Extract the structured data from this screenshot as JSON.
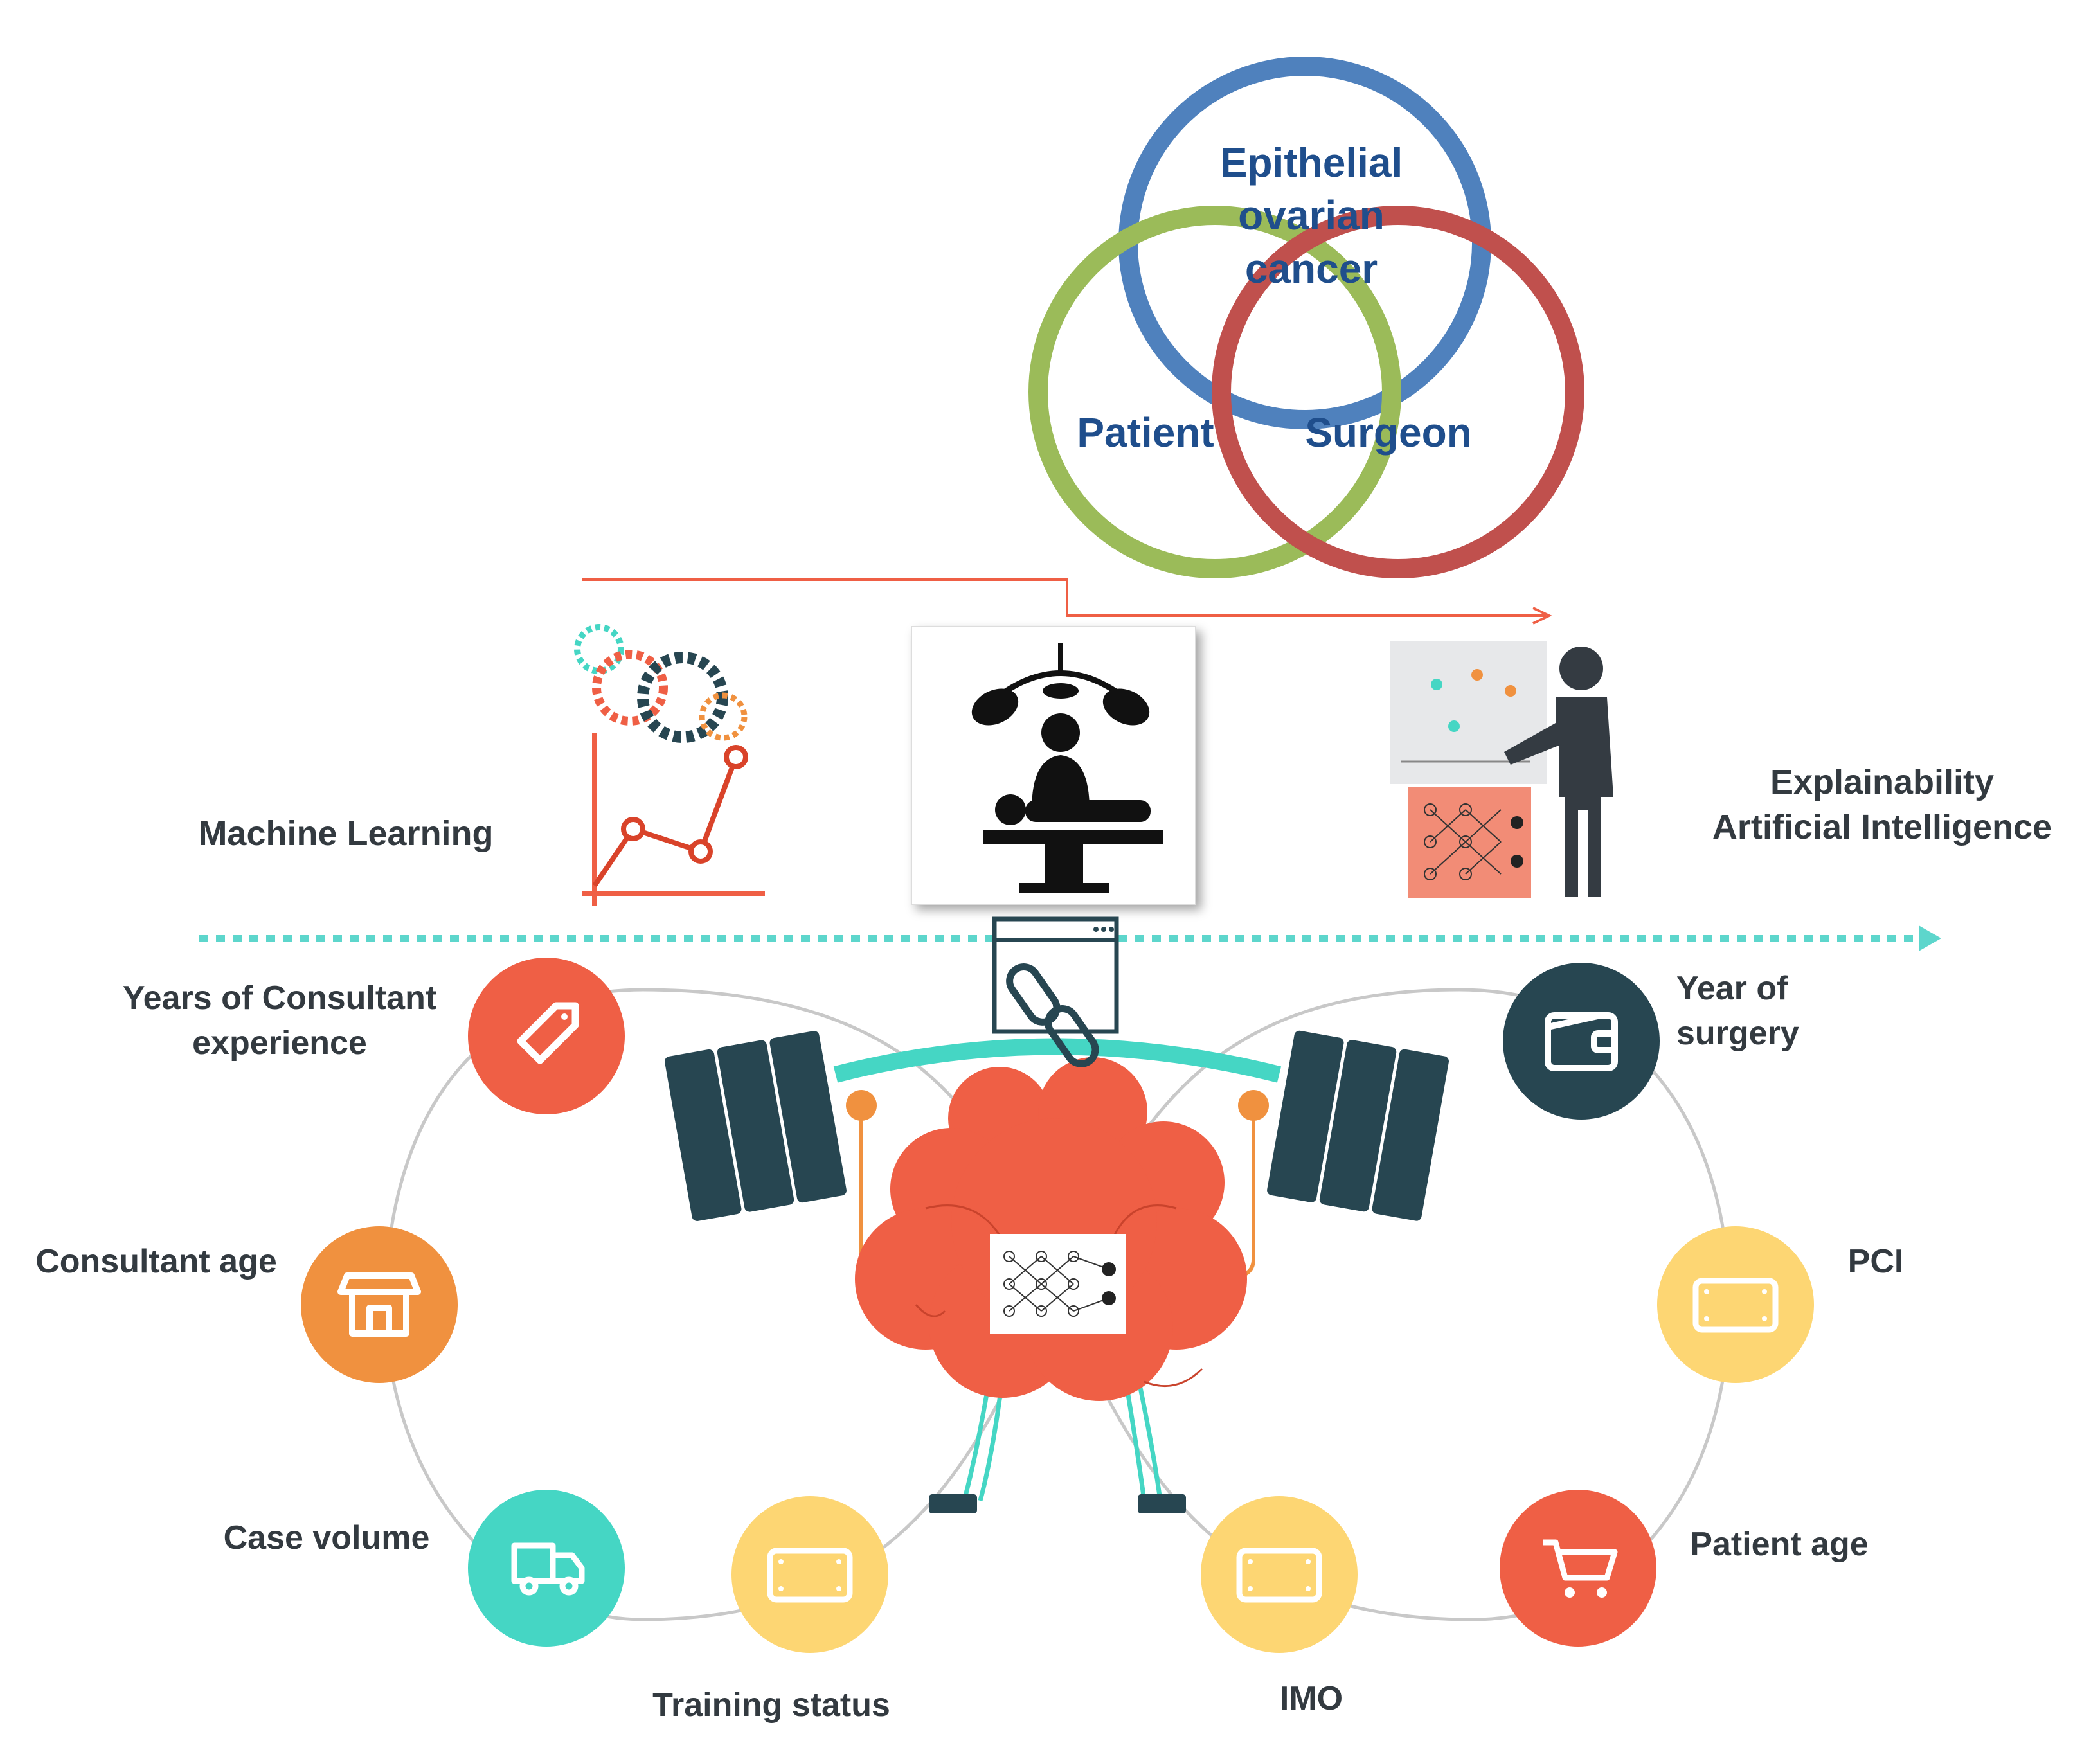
{
  "venn": {
    "top_label_lines": [
      "Epithelial",
      "ovarian",
      "cancer"
    ],
    "left_label": "Patient",
    "right_label": "Surgeon",
    "colors": {
      "top": "#4f81bd",
      "left": "#9bbb59",
      "right": "#c0504d",
      "text": "#1f4e8c"
    }
  },
  "headings": {
    "machine_learning": "Machine Learning",
    "xai_line1": "Explainability",
    "xai_line2": "Artificial Intelligence"
  },
  "factors": {
    "years_consultant_line1": "Years of Consultant",
    "years_consultant_line2": "experience",
    "consultant_age": "Consultant age",
    "case_volume": "Case volume",
    "training_status": "Training status",
    "imo": "IMO",
    "patient_age": "Patient age",
    "pci": "PCI",
    "year_of_surgery_line1": "Year of",
    "year_of_surgery_line2": "surgery"
  },
  "icons": {
    "years_consultant": "tag-icon",
    "consultant_age": "store-icon",
    "case_volume": "truck-icon",
    "training_status": "card-icon",
    "imo": "card-icon",
    "patient_age": "cart-icon",
    "pci": "card-icon",
    "year_of_surgery": "wallet-icon"
  },
  "colors": {
    "red": "#ef5f45",
    "orange": "#f0913f",
    "teal": "#45d6c4",
    "yellow": "#fdd673",
    "navy": "#274651",
    "dotted_arrow": "#5dd6cc",
    "text": "#333a40"
  }
}
